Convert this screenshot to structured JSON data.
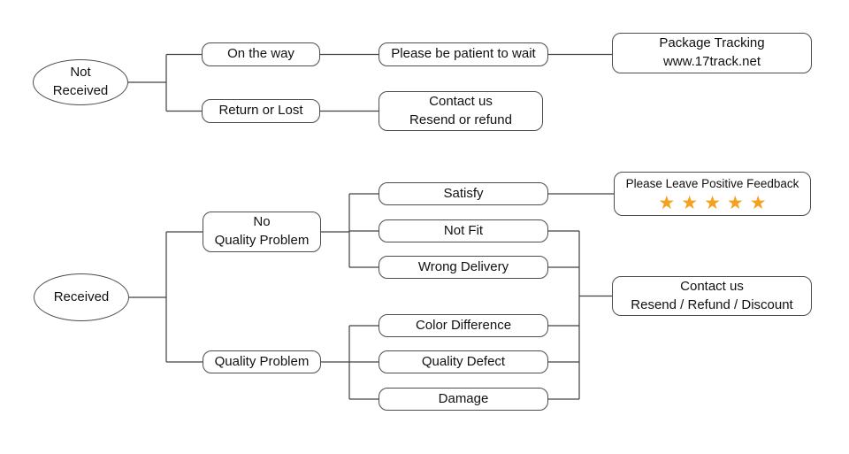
{
  "colors": {
    "line": "#404040",
    "box_border": "#4d4d4d",
    "text": "#111111",
    "star": "#F6A01D",
    "background": "#ffffff"
  },
  "flowchart": {
    "not_received_branch": {
      "root": "Not\nReceived",
      "on_the_way": "On the way",
      "be_patient": "Please be patient to wait",
      "package_tracking": "Package Tracking\nwww.17track.net",
      "return_or_lost": "Return or Lost",
      "contact_resend_refund": "Contact us\nResend or refund"
    },
    "received_branch": {
      "root": "Received",
      "no_quality_problem": "No\nQuality Problem",
      "quality_problem": "Quality Problem",
      "satisfy": "Satisfy",
      "not_fit": "Not Fit",
      "wrong_delivery": "Wrong Delivery",
      "color_difference": "Color Difference",
      "quality_defect": "Quality Defect",
      "damage": "Damage",
      "feedback_title": "Please Leave Positive Feedback",
      "feedback_stars": "★★★★★",
      "contact_resend_refund_discount": "Contact us\nResend / Refund / Discount"
    }
  }
}
